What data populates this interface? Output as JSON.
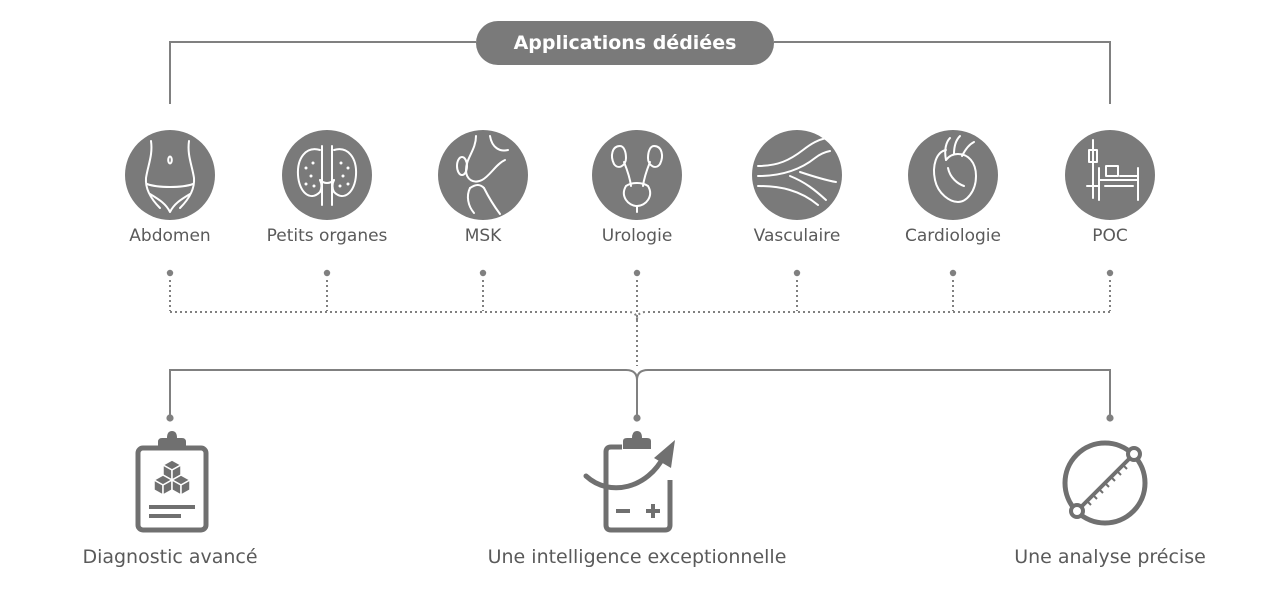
{
  "header": {
    "title": "Applications dédiées"
  },
  "applications": [
    {
      "label": "Abdomen",
      "icon": "abdomen-icon"
    },
    {
      "label": "Petits organes",
      "icon": "thyroid-icon"
    },
    {
      "label": "MSK",
      "icon": "knee-joint-icon"
    },
    {
      "label": "Urologie",
      "icon": "kidneys-bladder-icon"
    },
    {
      "label": "Vasculaire",
      "icon": "blood-vessels-icon"
    },
    {
      "label": "Cardiologie",
      "icon": "heart-icon"
    },
    {
      "label": "POC",
      "icon": "hospital-bed-icon"
    }
  ],
  "features": [
    {
      "label": "Diagnostic avancé",
      "icon": "clipboard-cubes-icon"
    },
    {
      "label": "Une intelligence exceptionnelle",
      "icon": "clipboard-arrow-icon"
    },
    {
      "label": "Une analyse précise",
      "icon": "measurement-caliper-icon"
    }
  ],
  "colors": {
    "circle_fill": "#7a7a7a",
    "line": "#808080",
    "icon_stroke": "#ffffff",
    "feature_icon": "#707070",
    "text": "#5a5a5a"
  }
}
